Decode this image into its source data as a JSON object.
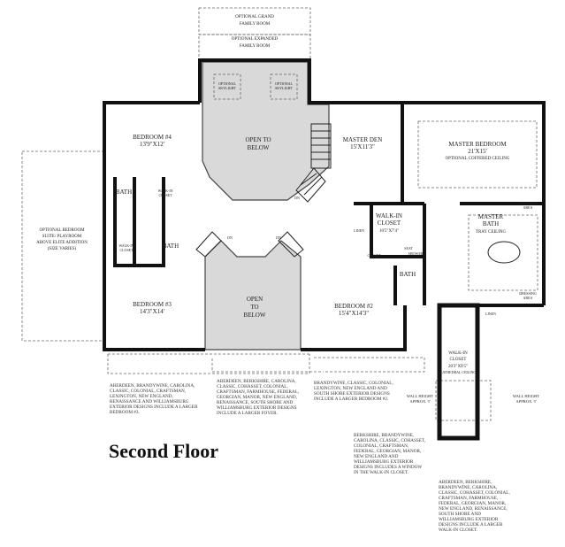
{
  "title": "Second Floor",
  "rooms": {
    "grand_family": [
      "OPTIONAL GRAND",
      "FAMILY ROOM"
    ],
    "expanded_family": [
      "OPTIONAL EXPANDED",
      "FAMILY ROOM"
    ],
    "skylight": [
      "OPTIONAL",
      "SKYLIGHT"
    ],
    "open_upper": [
      "OPEN TO",
      "BELOW"
    ],
    "open_lower": [
      "OPEN",
      "TO",
      "BELOW"
    ],
    "bedroom4": {
      "name": "BEDROOM #4",
      "size": "13'9\"X12'"
    },
    "bedroom3": {
      "name": "BEDROOM #3",
      "size": "14'3\"X14'"
    },
    "bedroom2": {
      "name": "BEDROOM #2",
      "size": "15'4\"X14'3\""
    },
    "master_den": {
      "name": "MASTER DEN",
      "size": "15'X11'3\""
    },
    "master_bedroom": {
      "name": "MASTER BEDROOM",
      "size": "21'X15'",
      "note": "OPTIONAL COFFERED CEILING"
    },
    "walkin_closet": [
      "WALK-IN",
      "CLOSET",
      "10'5\"X7'4\""
    ],
    "master_bath": [
      "MASTER",
      "BATH",
      "TRAY CEILING"
    ],
    "dressing": [
      "DRESSING",
      "AREA"
    ],
    "seat": "SEAT",
    "shower": "SHOWER",
    "bath": "BATH",
    "linen": "LINEN",
    "closet": "CLOSET",
    "small_walkin": [
      "WALK-IN",
      "CLOSET"
    ],
    "dn": "DN",
    "optional_suite": [
      "OPTIONAL BEDROOM",
      "SUITE/ PLAYROOM",
      "ABOVE ELITE ADDITION",
      "(SIZE VARIES)"
    ],
    "big_closet": [
      "WALK-IN",
      "CLOSET",
      "20'3\"X9'5\"",
      "CATHEDRAL CEILING"
    ],
    "wall_height": [
      "WALL HEIGHT",
      "APPROX. 5'"
    ]
  },
  "notes": {
    "n1": [
      "ABERDEEN, BRANDYWINE, CAROLINA,",
      "CLASSIC, COLONIAL, CRAFTSMAN,",
      "LEXINGTON, NEW ENGLAND,",
      "RENAISSANCE AND WILLIAMSBURG",
      "EXTERIOR DESIGNS INCLUDE A LARGER",
      "BEDROOM #3."
    ],
    "n2": [
      "ABERDEEN, BERKSHIRE, CAROLINA,",
      "CLASSIC, COHASSET, COLONIAL,",
      "CRAFTSMAN, FARMHOUSE, FEDERAL,",
      "GEORGIAN, MANOR, NEW ENGLAND,",
      "RENAISSANCE, SOUTH SHORE AND",
      "WILLIAMSBURG EXTERIOR DESIGNS",
      "INCLUDE A LARGER FOYER."
    ],
    "n3": [
      "BRANDYWINE, CLASSIC, COLONIAL,",
      "LEXINGTON, NEW ENGLAND AND",
      "SOUTH SHORE EXTERIOR DESIGNS",
      "INCLUDE A LARGER BEDROOM #2."
    ],
    "n4": [
      "BERKSHIRE, BRANDYWINE,",
      "CAROLINA, CLASSIC, COHASSET,",
      "COLONIAL, CRAFTSMAN,",
      "FEDERAL, GEORGIAN, MANOR,",
      "NEW ENGLAND AND",
      "WILLIAMSBURG EXTERIOR",
      "DESIGNS INCLUDES A WINDOW",
      "IN THE WALK-IN CLOSET."
    ],
    "n5": [
      "ABERDEEN, BERKSHIRE,",
      "BRANDYWINE, CAROLINA,",
      "CLASSIC, COHASSET, COLONIAL,",
      "CRAFTSMAN, FARMHOUSE,",
      "FEDERAL, GEORGIAN, MANOR,",
      "NEW ENGLAND, RENAISSANCE,",
      "SOUTH SHORE AND",
      "WILLIAMSBURG EXTERIOR",
      "DESIGNS INCLUDE A LARGER",
      "WALK-IN CLOSET."
    ]
  }
}
